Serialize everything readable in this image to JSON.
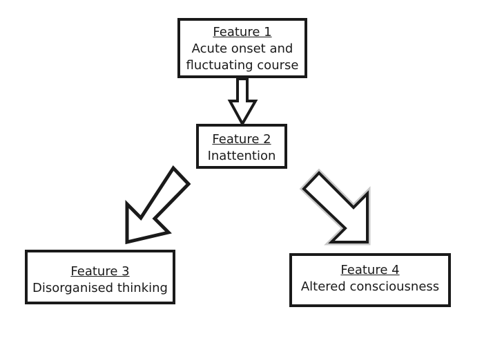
{
  "features": [
    {
      "title": "Feature 1",
      "lines": [
        "Acute onset and",
        "fluctuating course"
      ]
    },
    {
      "title": "Feature 2",
      "lines": [
        "Inattention"
      ]
    },
    {
      "title": "Feature 3",
      "lines": [
        "Disorganised thinking"
      ]
    },
    {
      "title": "Feature 4",
      "lines": [
        "Altered consciousness"
      ]
    }
  ],
  "colors": {
    "stroke": "#1a1a1a",
    "background": "#ffffff",
    "arrow_shadow": "#c8c8c8"
  }
}
